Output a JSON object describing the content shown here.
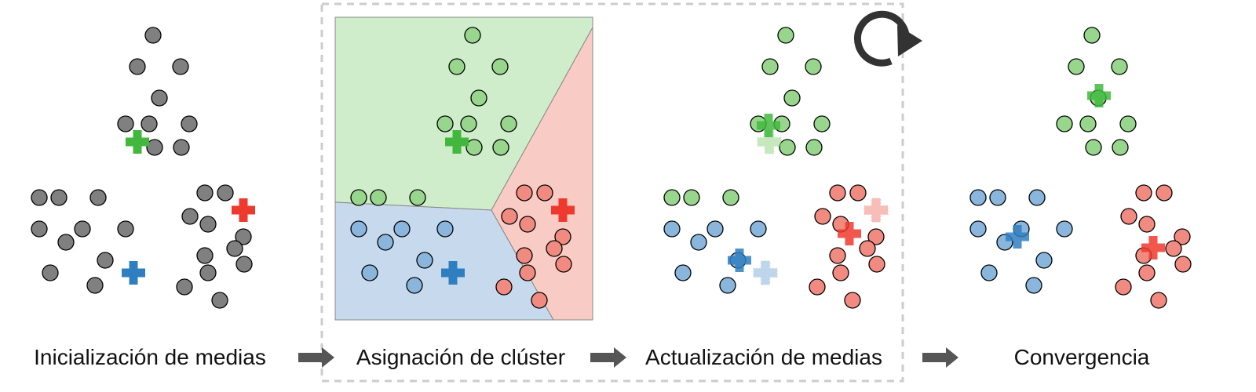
{
  "captions": {
    "step1": "Inicialización de medias",
    "step2": "Asignación de clúster",
    "step3": "Actualización de medias",
    "step4": "Convergencia"
  },
  "colors": {
    "gray_point": "#808080",
    "green": "#41b83d",
    "green_light": "#97d68c",
    "blue": "#2f7fc0",
    "blue_light": "#8ab5dc",
    "red": "#ee3a2e",
    "red_light": "#f18a80",
    "region_green": "#cfeccb",
    "region_blue": "#c7daed",
    "region_red": "#f9cbc5",
    "arrow": "#555555",
    "dashed_box": "#cccccc",
    "loop_icon": "#333333"
  },
  "icons": {
    "step_arrow": "arrow-right-icon",
    "iteration": "loop-arrow-icon",
    "centroid": "plus-icon"
  }
}
